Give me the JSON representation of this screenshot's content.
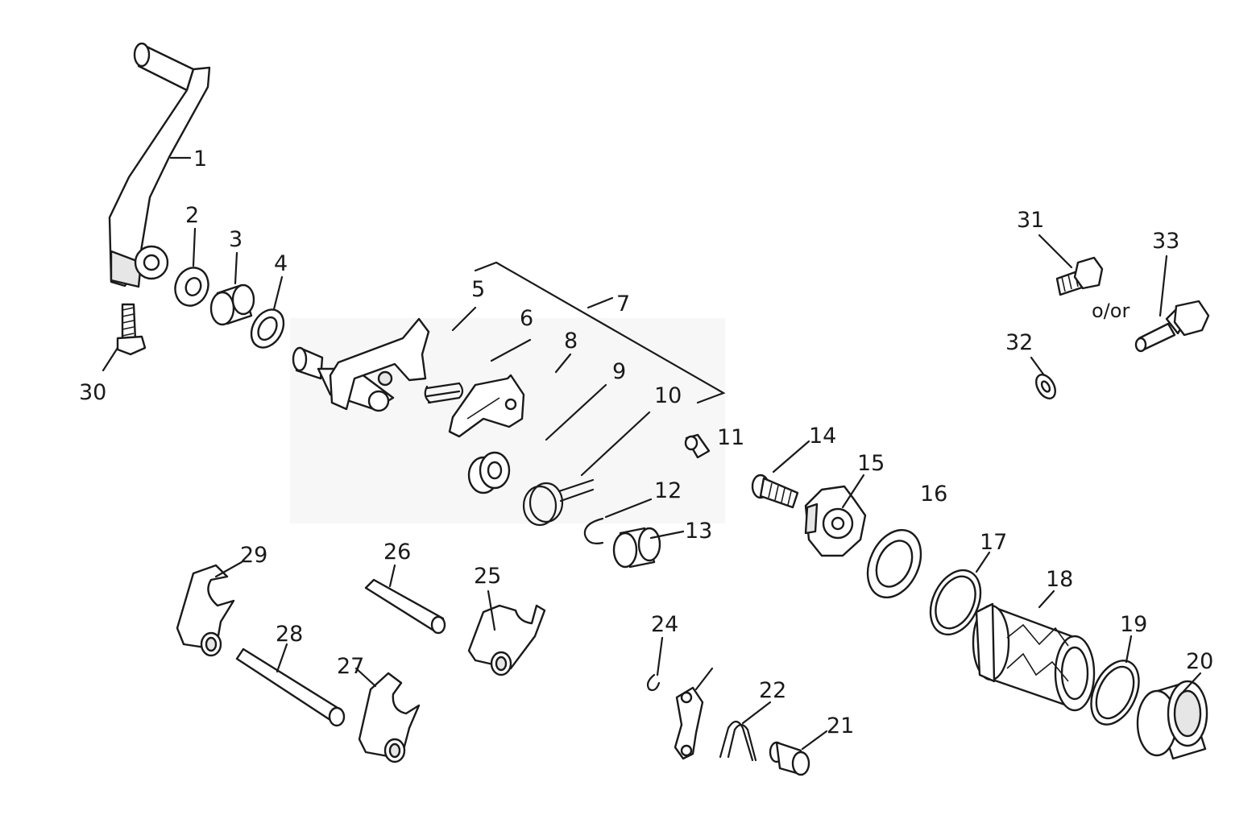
{
  "callouts": {
    "c1": "1",
    "c2": "2",
    "c3": "3",
    "c4": "4",
    "c5": "5",
    "c6": "6",
    "c7": "7",
    "c8": "8",
    "c9": "9",
    "c10": "10",
    "c11": "11",
    "c12": "12",
    "c13": "13",
    "c14": "14",
    "c15": "15",
    "c16": "16",
    "c17": "17",
    "c18": "18",
    "c19": "19",
    "c20": "20",
    "c21": "21",
    "c22": "22",
    "c24": "24",
    "c25": "25",
    "c26": "26",
    "c27": "27",
    "c28": "28",
    "c29": "29",
    "c30": "30",
    "c31": "31",
    "c32": "32",
    "c33": "33"
  },
  "notes": {
    "alternative": "o/or"
  }
}
